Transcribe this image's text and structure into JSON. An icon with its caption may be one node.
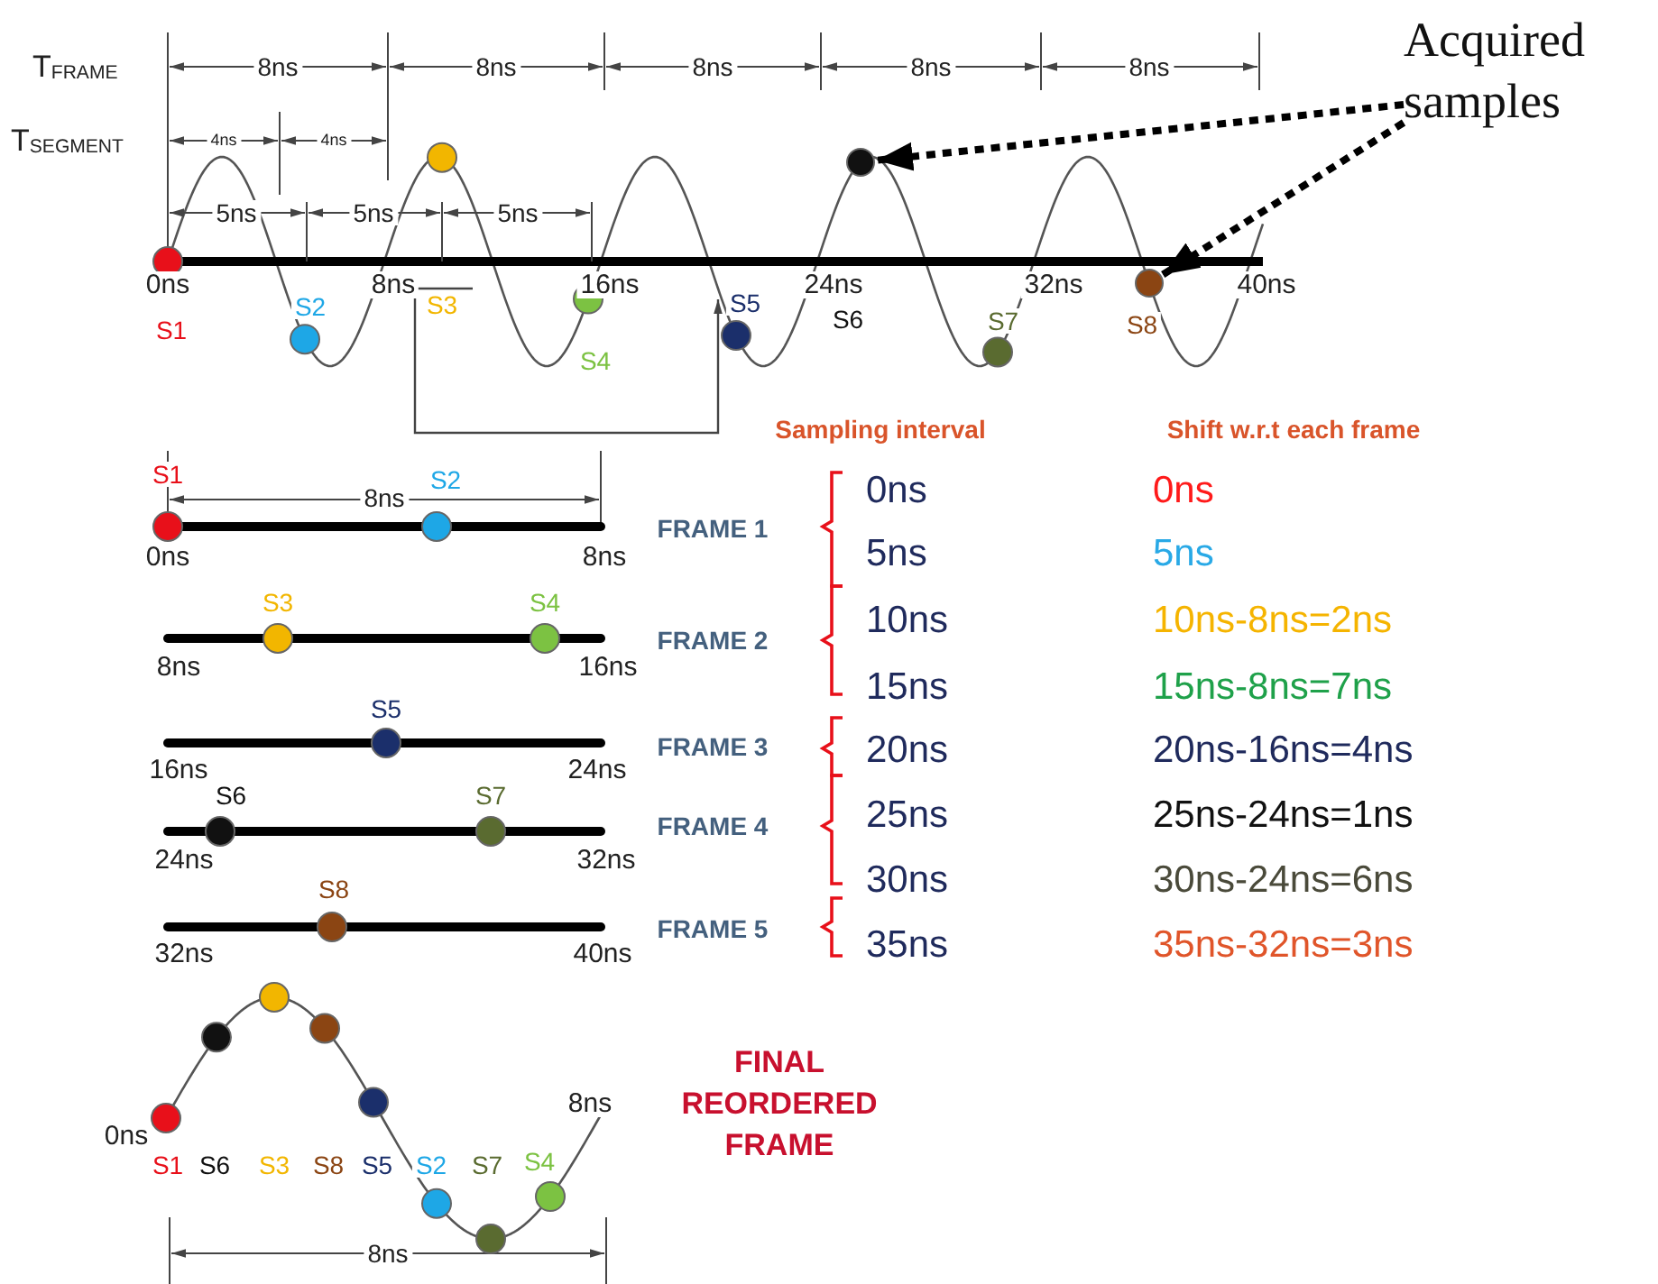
{
  "diagram": {
    "nodes": [
      {
        "text": [
          "Acquired samples"
        ]
      },
      {
        "text": [],
        "shape": "circle"
      },
      {
        "text": [],
        "shape": "circle"
      }
    ],
    "edges": [
      {
        "from": 0,
        "to": 1,
        "arrow": "to",
        "style": "dashed"
      },
      {
        "from": 0,
        "to": 2,
        "arrow": "to",
        "style": "dashed"
      }
    ],
    "labels": [
      "T$_{FRAME}$",
      "8ns",
      "8ns",
      "8ns",
      "8ns",
      "8ns",
      "T$_{SEGMENT}$",
      "4ns",
      "4ns",
      "5ns",
      "5ns",
      "5ns",
      "0ns",
      "8ns",
      "16ns",
      "24ns",
      "32ns",
      "40ns",
      "S1",
      "S2",
      "S3",
      "S4",
      "S5",
      "S6",
      "S7",
      "S8",
      "Sampling interval",
      "Shift w.r.t each frame",
      "S1",
      "8ns",
      "S2",
      "0ns",
      "8ns",
      "FRAME 1",
      "S3",
      "S4",
      "8ns",
      "16ns",
      "FRAME 2",
      "S5",
      "16ns",
      "24ns",
      "FRAME 3",
      "S6",
      "S7",
      "24ns",
      "32ns",
      "FRAME 4",
      "S8",
      "32ns",
      "40ns",
      "FRAME 5",
      "0ns",
      "5ns",
      "10ns",
      "15ns",
      "20ns",
      "25ns",
      "30ns",
      "35ns",
      "0ns",
      "5ns",
      "10ns-8ns=2ns",
      "15ns-8ns=7ns",
      "20ns-16ns=4ns",
      "25ns-24ns=1ns",
      "30ns-24ns=6ns",
      "35ns-32ns=3ns",
      "8ns",
      "0ns",
      "FINAL REORDERED FRAME",
      "S1",
      "S6",
      "S3",
      "S8",
      "S5",
      "S2",
      "S7",
      "S4",
      "8ns"
    ]
  }
}
